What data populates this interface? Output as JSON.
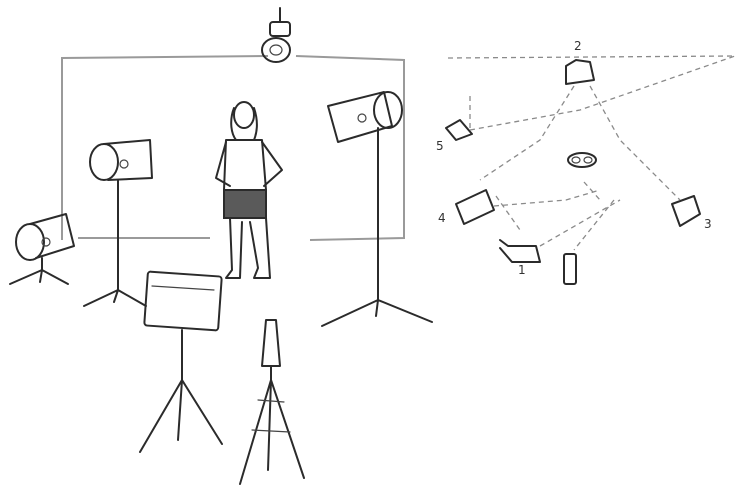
{
  "figure": {
    "left_scene": "studio-lighting-setup",
    "right_scene": "lighting-plan"
  },
  "plan_labels": {
    "light_1": "1",
    "light_2": "2",
    "light_3": "3",
    "light_4": "4",
    "light_5": "5"
  },
  "colors": {
    "ink": "#2b2b2b",
    "backdrop": "#9a9a9a",
    "dashes": "#8a8a8a",
    "background": "#ffffff"
  }
}
